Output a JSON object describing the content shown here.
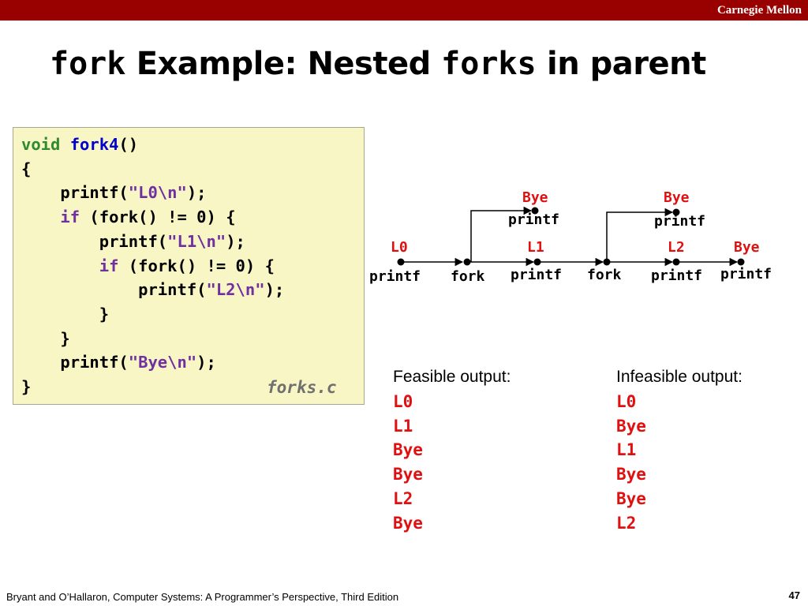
{
  "header": {
    "brand": "Carnegie Mellon",
    "bar_color": "#990000"
  },
  "slide": {
    "title_parts": [
      "fork",
      " Example: Nested ",
      "forks",
      " in parent"
    ]
  },
  "code": {
    "lines": [
      [
        {
          "t": "void",
          "c": "ty"
        },
        {
          "t": " "
        },
        {
          "t": "fork4",
          "c": "fn"
        },
        {
          "t": "()"
        }
      ],
      [
        {
          "t": "{"
        }
      ],
      [
        {
          "t": "    printf("
        },
        {
          "t": "\"L0\\n\"",
          "c": "str"
        },
        {
          "t": ");"
        }
      ],
      [
        {
          "t": "    "
        },
        {
          "t": "if",
          "c": "kw"
        },
        {
          "t": " (fork() != 0) {"
        }
      ],
      [
        {
          "t": "        printf("
        },
        {
          "t": "\"L1\\n\"",
          "c": "str"
        },
        {
          "t": ");"
        }
      ],
      [
        {
          "t": "        "
        },
        {
          "t": "if",
          "c": "kw"
        },
        {
          "t": " (fork() != 0) {"
        }
      ],
      [
        {
          "t": "            printf("
        },
        {
          "t": "\"L2\\n\"",
          "c": "str"
        },
        {
          "t": ");"
        }
      ],
      [
        {
          "t": "        }"
        }
      ],
      [
        {
          "t": "    }"
        }
      ],
      [
        {
          "t": "    printf("
        },
        {
          "t": "\"Bye\\n\"",
          "c": "str"
        },
        {
          "t": ");"
        }
      ],
      [
        {
          "t": "}"
        }
      ]
    ],
    "filename": "forks.c"
  },
  "diagram": {
    "bottom_labels": [
      "printf",
      "fork",
      "printf",
      "fork",
      "printf",
      "printf"
    ],
    "red_labels": [
      "L0",
      "L1",
      "L2",
      "Bye"
    ],
    "branch_1": {
      "red_label": "Bye",
      "label": "printf"
    },
    "branch_2": {
      "red_label": "Bye",
      "label": "printf"
    },
    "red_color": "#e01010"
  },
  "outputs": {
    "feasible": {
      "title": "Feasible output:",
      "lines": [
        "L0",
        "L1",
        "Bye",
        "Bye",
        "L2",
        "Bye"
      ]
    },
    "infeasible": {
      "title": "Infeasible output:",
      "lines": [
        "L0",
        "Bye",
        "L1",
        "Bye",
        "Bye",
        "L2"
      ]
    }
  },
  "footer": {
    "citation": "Bryant and O’Hallaron, Computer Systems: A Programmer’s Perspective, Third Edition",
    "page": "47"
  }
}
